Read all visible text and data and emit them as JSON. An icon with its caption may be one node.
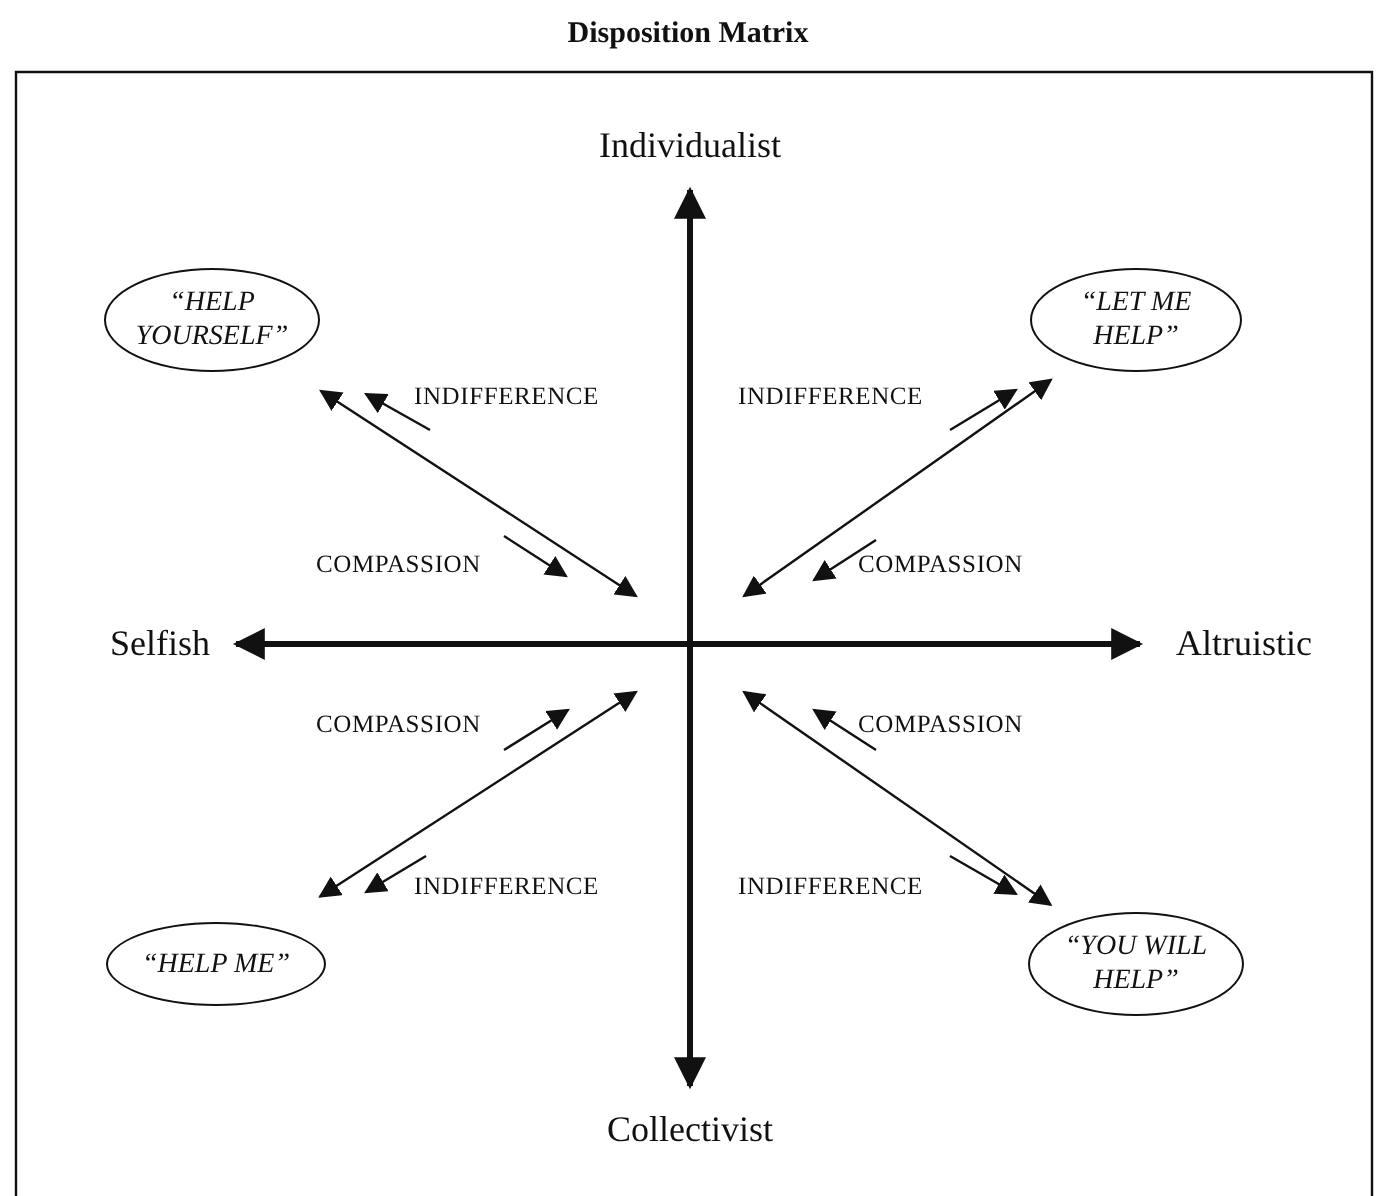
{
  "diagram": {
    "title": "Disposition Matrix",
    "nodes": [
      {
        "text": [
          "Individualist"
        ]
      },
      {
        "text": [
          "“HELP YOURSELF”"
        ]
      },
      {
        "text": [
          "“LET ME HELP”"
        ]
      },
      {
        "text": [
          "Selfish"
        ]
      },
      {
        "text": [
          "Altruistic"
        ]
      },
      {
        "text": [
          "“HELP ME”"
        ]
      },
      {
        "text": [
          "“YOU WILL HELP”"
        ]
      },
      {
        "text": [
          "Collectivist"
        ]
      }
    ],
    "edges": [
      {
        "from": 0,
        "to": 7,
        "arrow": "both",
        "style": "thick"
      },
      {
        "from": 3,
        "to": 4,
        "arrow": "both",
        "style": "thick"
      },
      {
        "from": 1,
        "to": null,
        "arrow": "both"
      },
      {
        "from": 2,
        "to": null,
        "arrow": "both"
      },
      {
        "from": 5,
        "to": null,
        "arrow": "both"
      },
      {
        "from": 6,
        "to": null,
        "arrow": "both"
      }
    ],
    "labels": [
      "INDIFFERENCE",
      "INDIFFERENCE",
      "COMPASSION",
      "COMPASSION",
      "COMPASSION",
      "COMPASSION",
      "INDIFFERENCE",
      "INDIFFERENCE"
    ]
  }
}
